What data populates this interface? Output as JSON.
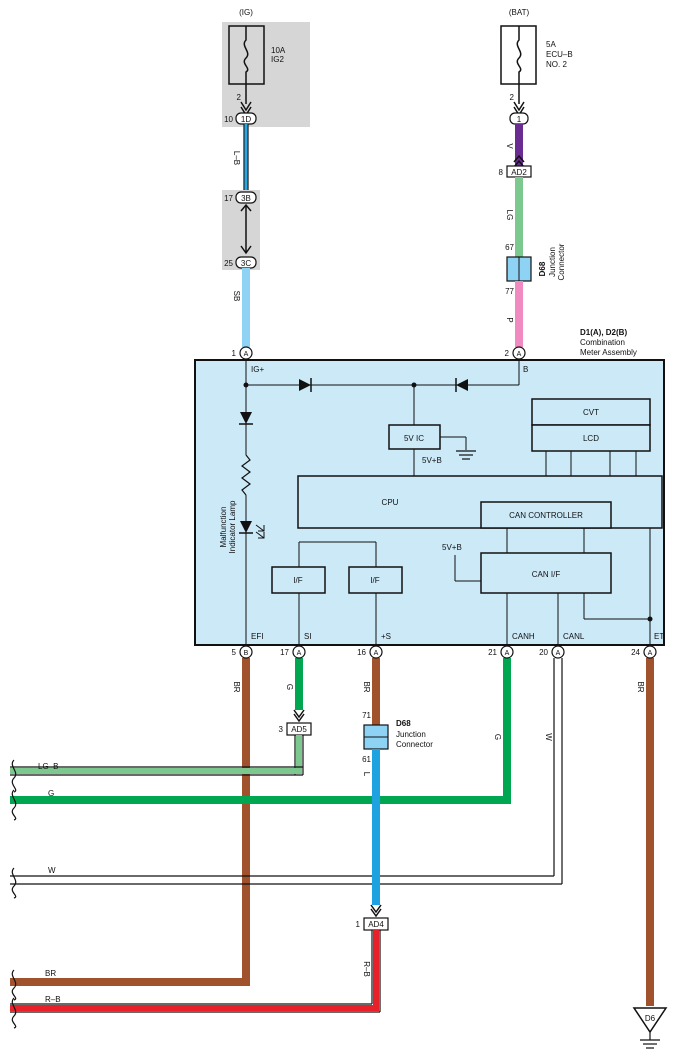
{
  "power": {
    "ig": {
      "source": "(IG)",
      "fuse_line1": "10A",
      "fuse_line2": "IG2",
      "fuse_pin": "2",
      "conn_pin": "10",
      "conn": "1D"
    },
    "bat": {
      "source": "(BAT)",
      "fuse_line1": "5A",
      "fuse_line2": "ECU–B",
      "fuse_line3": "NO. 2",
      "fuse_pin": "2",
      "conn": "1"
    }
  },
  "left_chain": {
    "wire1": "L–B",
    "c2_pin": "17",
    "c2": "3B",
    "c3_pin": "25",
    "c3": "3C",
    "wire2": "SB"
  },
  "right_chain": {
    "wire1": "V",
    "ad2_pin": "8",
    "ad2": "AD2",
    "wire2": "LG",
    "jc_pin_top": "67",
    "jc_pin_bot": "77",
    "jc_name": "D68",
    "jc_label1": "Junction",
    "jc_label2": "Connector",
    "wire3": "P"
  },
  "meter": {
    "title1": "D1(A), D2(B)",
    "title2": "Combination",
    "title3": "Meter Assembly",
    "pin_ig_num": "1",
    "pin_ig": "A",
    "pin_b_num": "2",
    "pin_b": "A",
    "label_ig": "IG+",
    "label_b": "B",
    "ic5v": "5V IC",
    "v5b_1": "5V+B",
    "v5b_2": "5V+B",
    "cvt": "CVT",
    "lcd": "LCD",
    "cpu": "CPU",
    "can_controller": "CAN CONTROLLER",
    "can_if": "CAN I/F",
    "if1": "I/F",
    "if2": "I/F",
    "mil1": "Malfunction",
    "mil2": "Indicator Lamp"
  },
  "bottom_pins": [
    {
      "num": "5",
      "conn": "B",
      "label": "EFI",
      "wire": "BR"
    },
    {
      "num": "17",
      "conn": "A",
      "label": "SI",
      "wire": "G"
    },
    {
      "num": "16",
      "conn": "A",
      "label": "+S",
      "wire": "BR"
    },
    {
      "num": "21",
      "conn": "A",
      "label": "CANH",
      "wire": "G"
    },
    {
      "num": "20",
      "conn": "A",
      "label": "CANL",
      "wire": "W"
    },
    {
      "num": "24",
      "conn": "A",
      "label": "ET",
      "wire": "BR"
    }
  ],
  "lower": {
    "ad5_pin": "3",
    "ad5": "AD5",
    "jc2_name": "D68",
    "jc2_label1": "Junction",
    "jc2_label2": "Connector",
    "jc2_pin_top": "71",
    "jc2_pin_bot": "61",
    "wire_l": "L",
    "ad4_pin": "1",
    "ad4": "AD4",
    "wire_rb": "R–B",
    "ground": "D6"
  },
  "harness": [
    {
      "label": "LG–B",
      "color": "#7dc88e"
    },
    {
      "label": "G",
      "color": "#00a650"
    },
    {
      "label": "W",
      "color": "#ffffff"
    },
    {
      "label": "BR",
      "color": "#a0522d"
    },
    {
      "label": "R–B",
      "color": "#e8202a"
    }
  ],
  "colors": {
    "meter_fill": "#cce9f8",
    "fuse_bg": "#d6d6d6",
    "blue_lb": "#2aa7e0",
    "sky_sb": "#8fd3f4",
    "violet": "#6a2c91",
    "light_green": "#7dc88e",
    "pink": "#f08ac0",
    "green": "#00a650",
    "brown": "#a0522d",
    "blue_l": "#1fa2e0",
    "red": "#e8202a"
  }
}
